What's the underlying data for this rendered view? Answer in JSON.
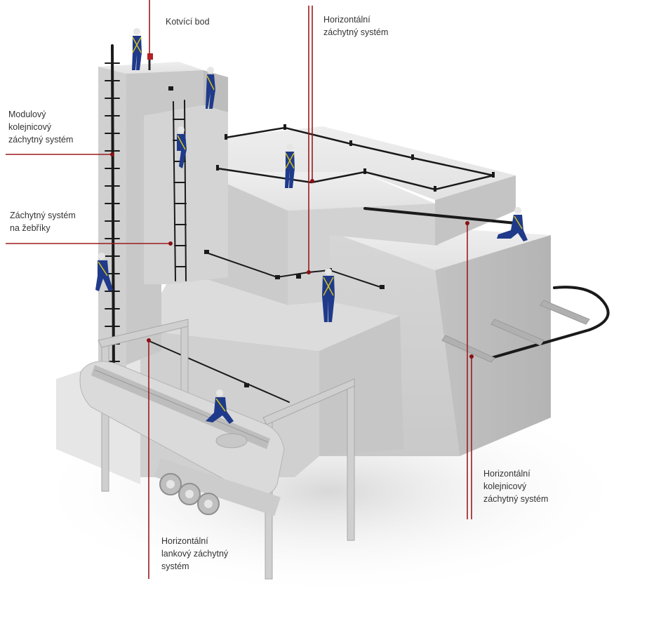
{
  "labels": {
    "anchor_point": "Kotvící bod",
    "horizontal_system": "Horizontální\nzáchytný systém",
    "modular_rail": "Modulový\nkolejnicový\nzáchytný systém",
    "ladder_system": "Záchytný systém\nna žebříky",
    "horizontal_rail": "Horizontální\nkolejnicový\nzáchytný systém",
    "horizontal_cable": "Horizontální\nlankový záchytný\nsystém"
  },
  "colors": {
    "leader_line": "#9b1b1e",
    "marker_dot": "#8b0f14",
    "building_light": "#e3e3e3",
    "building_mid": "#cfcfcf",
    "building_dark": "#bdbdbd",
    "worker": "#1f3a8a",
    "harness": "#d4c21b",
    "rail": "#1a1a1a"
  }
}
